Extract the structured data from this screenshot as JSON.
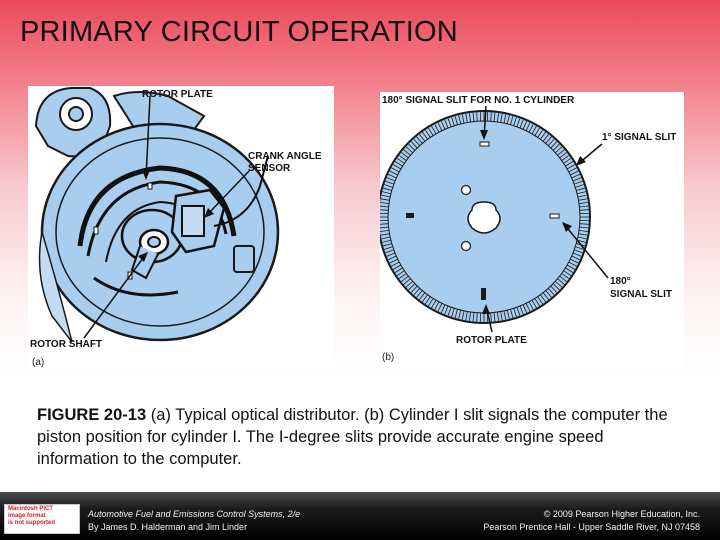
{
  "slide": {
    "title": "PRIMARY CIRCUIT OPERATION"
  },
  "figure_a": {
    "label_rotor_plate": "ROTOR PLATE",
    "label_crank_line1": "CRANK ANGLE",
    "label_crank_line2": "SENSOR",
    "label_rotor_shaft": "ROTOR SHAFT",
    "sub_label": "(a)"
  },
  "figure_b": {
    "label_180_slit_no1": "180° SIGNAL SLIT FOR NO. 1 CYLINDER",
    "label_1deg_slit": "1° SIGNAL SLIT",
    "label_180_line1": "180°",
    "label_180_line2": "SIGNAL SLIT",
    "label_rotor_plate": "ROTOR PLATE",
    "sub_label": "(b)"
  },
  "caption": {
    "figure_number": "FIGURE 20-13",
    "text": " (a) Typical optical distributor. (b) Cylinder I slit signals the computer the piston position for cylinder I. The I-degree slits provide accurate engine speed information to the computer."
  },
  "footer": {
    "placeholder_line1": "Macintosh PICT",
    "placeholder_line2": "image format",
    "placeholder_line3": "is not supported",
    "book_title": "Automotive Fuel and Emissions Control Systems, 2/e",
    "authors": "By James D. Halderman and Jim Linder",
    "copyright": "© 2009 Pearson Higher Education, Inc.",
    "publisher": "Pearson Prentice Hall - Upper Saddle River, NJ 07458"
  },
  "colors": {
    "diagram_fill": "#a9cdee",
    "diagram_stroke": "#1a1a1a",
    "title_gradient_top": "#ec4b5c"
  }
}
